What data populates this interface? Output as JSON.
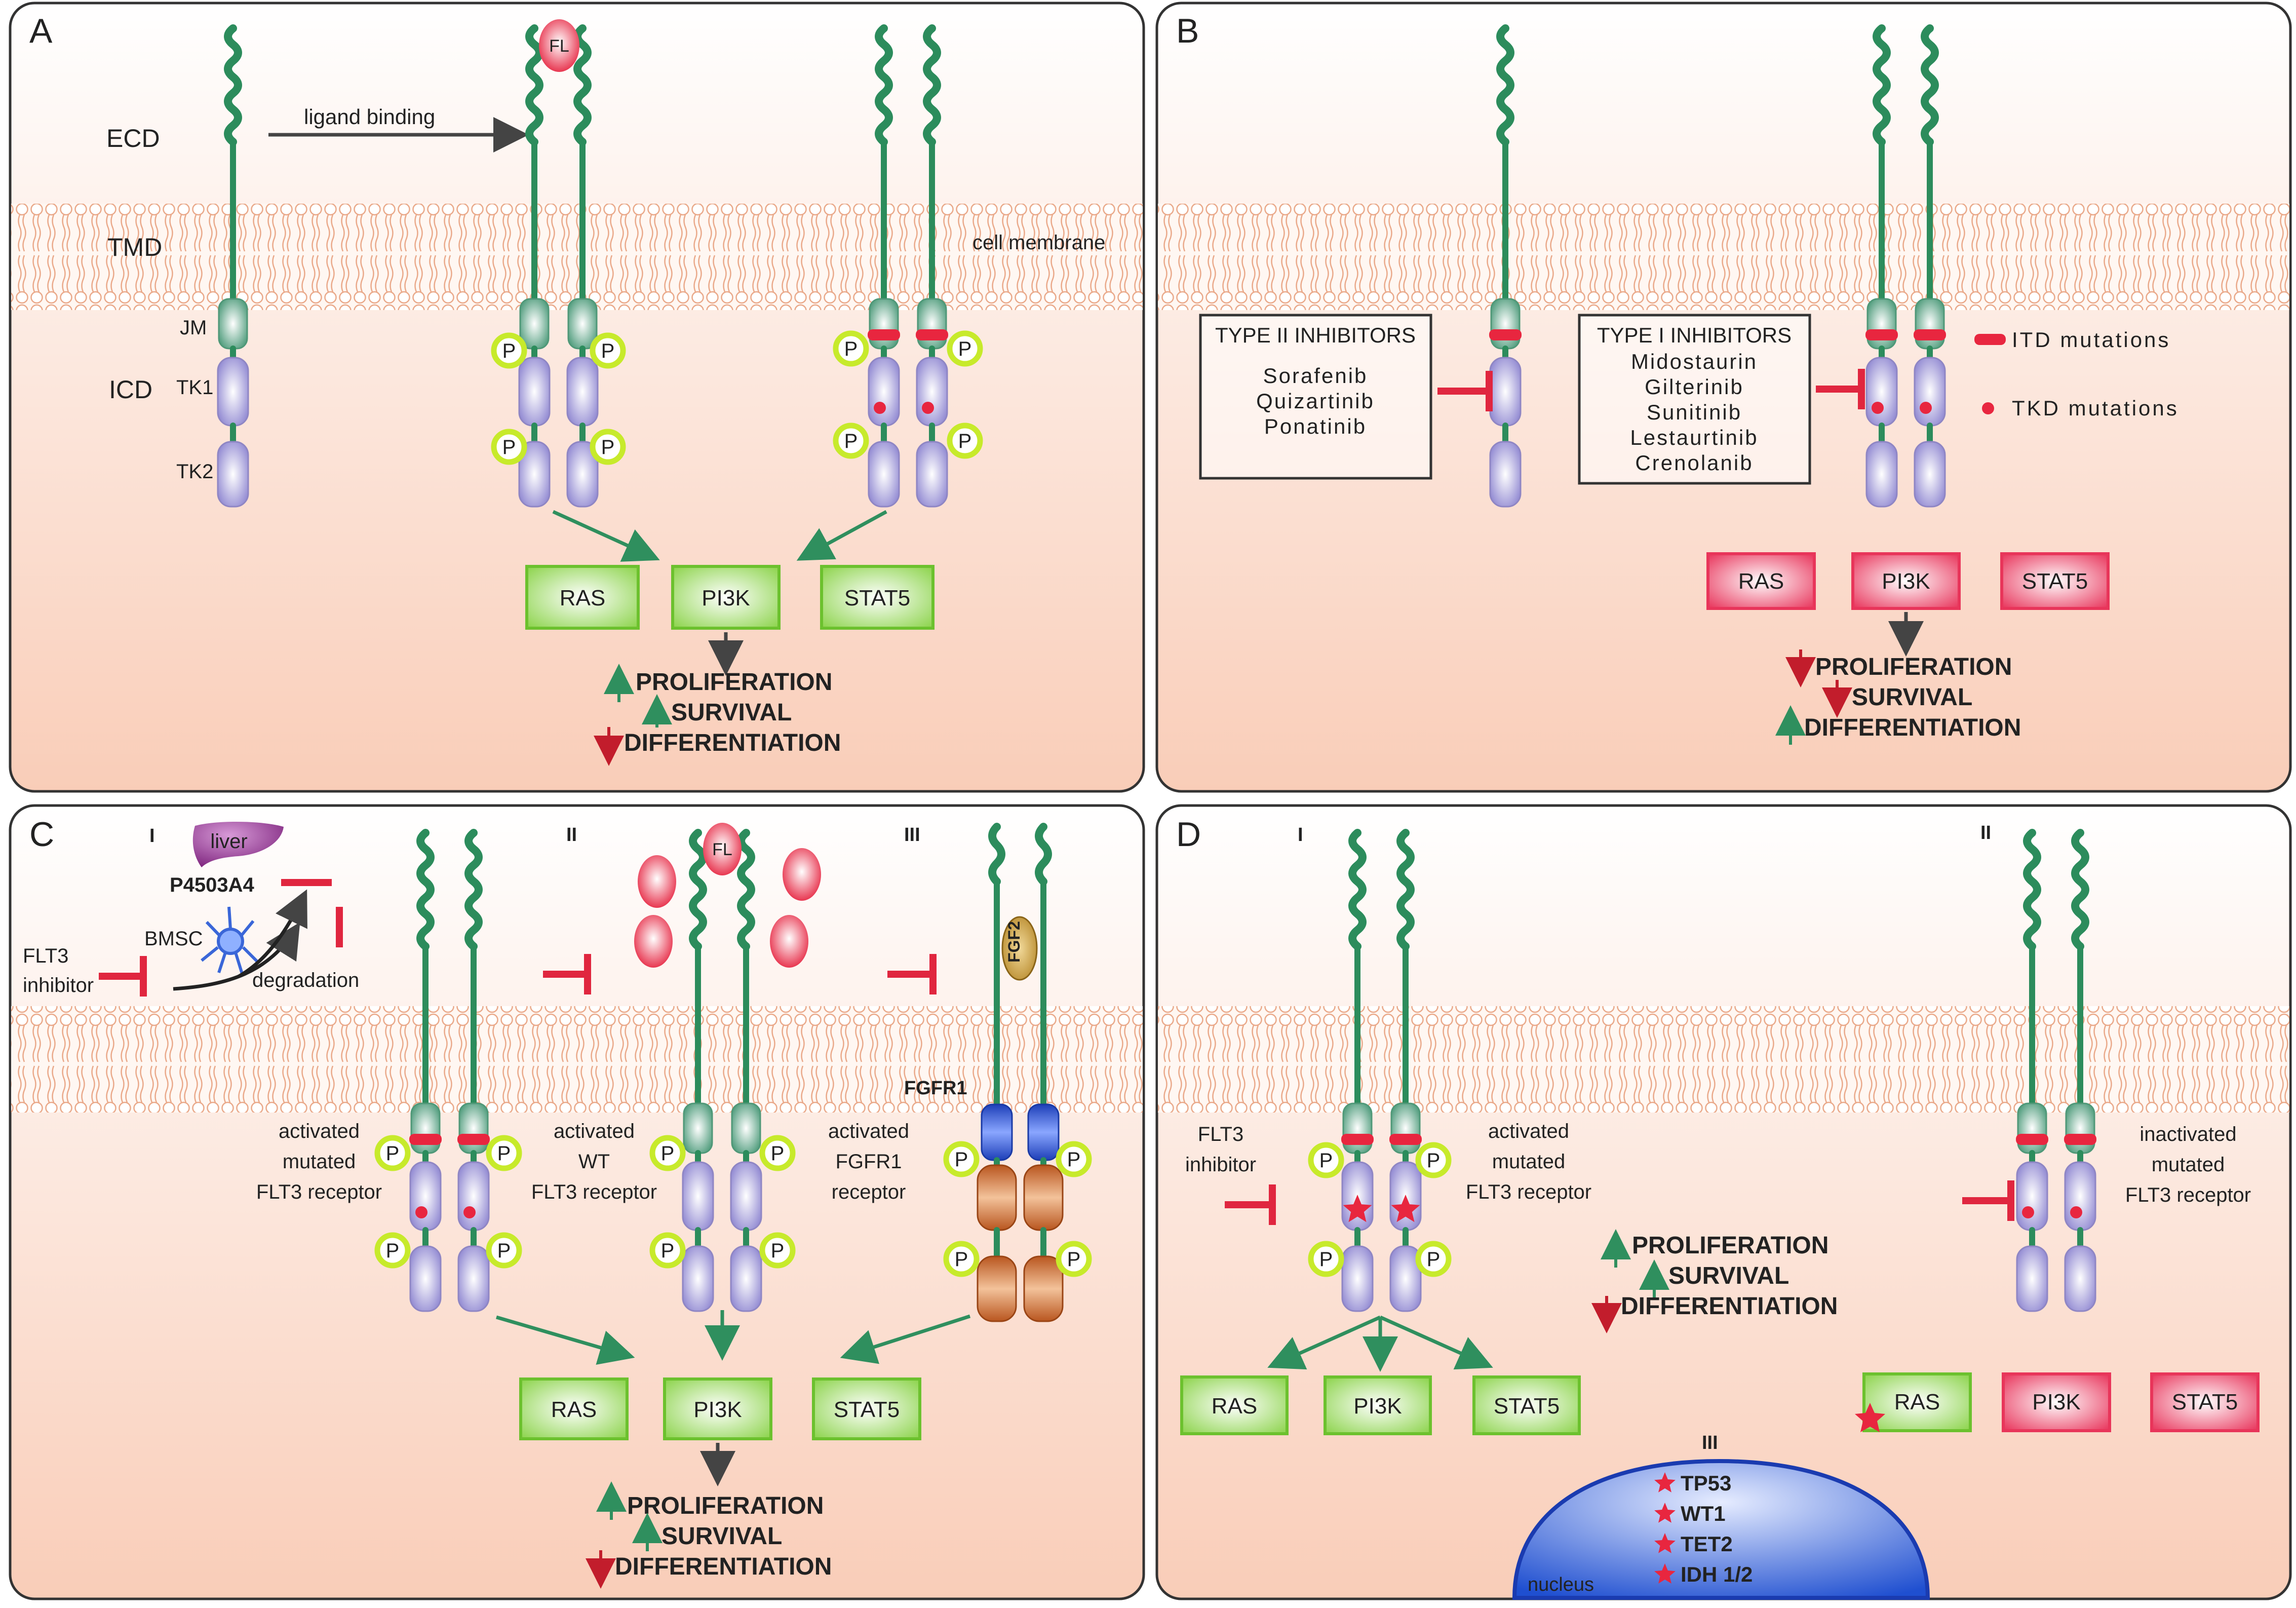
{
  "panels": {
    "A": {
      "letter": "A",
      "ecd": "ECD",
      "tmd": "TMD",
      "icd": "ICD",
      "jm": "JM",
      "tk1": "TK1",
      "tk2": "TK2",
      "ligand_binding": "ligand binding",
      "fl": "FL",
      "cell_membrane": "cell membrane",
      "p": "P",
      "ras": "RAS",
      "pi3k": "PI3K",
      "stat5": "STAT5",
      "proliferation": "PROLIFERATION",
      "survival": "SURVIVAL",
      "differentiation": "DIFFERENTIATION"
    },
    "B": {
      "letter": "B",
      "type2_title": "TYPE II INHIBITORS",
      "type2_drugs": [
        "Sorafenib",
        "Quizartinib",
        "Ponatinib"
      ],
      "type1_title": "TYPE I INHIBITORS",
      "type1_drugs": [
        "Midostaurin",
        "Gilterinib",
        "Sunitinib",
        "Lestaurtinib",
        "Crenolanib"
      ],
      "itd_mutations": "ITD mutations",
      "tkd_mutations": "TKD mutations",
      "ras": "RAS",
      "pi3k": "PI3K",
      "stat5": "STAT5",
      "proliferation": "PROLIFERATION",
      "survival": "SURVIVAL",
      "differentiation": "DIFFERENTIATION"
    },
    "C": {
      "letter": "C",
      "roman1": "I",
      "roman2": "II",
      "roman3": "III",
      "liver": "liver",
      "p450": "P4503A4",
      "bmsc": "BMSC",
      "flt3_inhibitor": [
        "FLT3",
        "inhibitor"
      ],
      "degradation": "degradation",
      "fl": "FL",
      "fgf2": "FGF2",
      "fgfr1": "FGFR1",
      "activated_mutated": [
        "activated",
        "mutated",
        "FLT3 receptor"
      ],
      "activated_wt": [
        "activated",
        "WT",
        "FLT3 receptor"
      ],
      "activated_fgfr1": [
        "activated",
        "FGFR1",
        "receptor"
      ],
      "ras": "RAS",
      "pi3k": "PI3K",
      "stat5": "STAT5",
      "proliferation": "PROLIFERATION",
      "survival": "SURVIVAL",
      "differentiation": "DIFFERENTIATION"
    },
    "D": {
      "letter": "D",
      "roman1": "I",
      "roman2": "II",
      "roman3": "III",
      "flt3_inhibitor": [
        "FLT3",
        "inhibitor"
      ],
      "activated_mutated": [
        "activated",
        "mutated",
        "FLT3 receptor"
      ],
      "inactivated_mutated": [
        "inactivated",
        "mutated",
        "FLT3 receptor"
      ],
      "proliferation": "PROLIFERATION",
      "survival": "SURVIVAL",
      "differentiation": "DIFFERENTIATION",
      "ras": "RAS",
      "pi3k": "PI3K",
      "stat5": "STAT5",
      "nucleus": "nucleus",
      "genes": [
        "TP53",
        "WT1",
        "TET2",
        "IDH 1/2"
      ]
    }
  },
  "colors": {
    "green_pathway": "#7fd13b",
    "red_pathway": "#ee3a5c",
    "membrane": "#f3b79a",
    "receptor_stem": "#2c8c5c",
    "kinase": "#9e97d6",
    "mutation": "#e8263f",
    "nucleus": "#2b5fd6"
  }
}
